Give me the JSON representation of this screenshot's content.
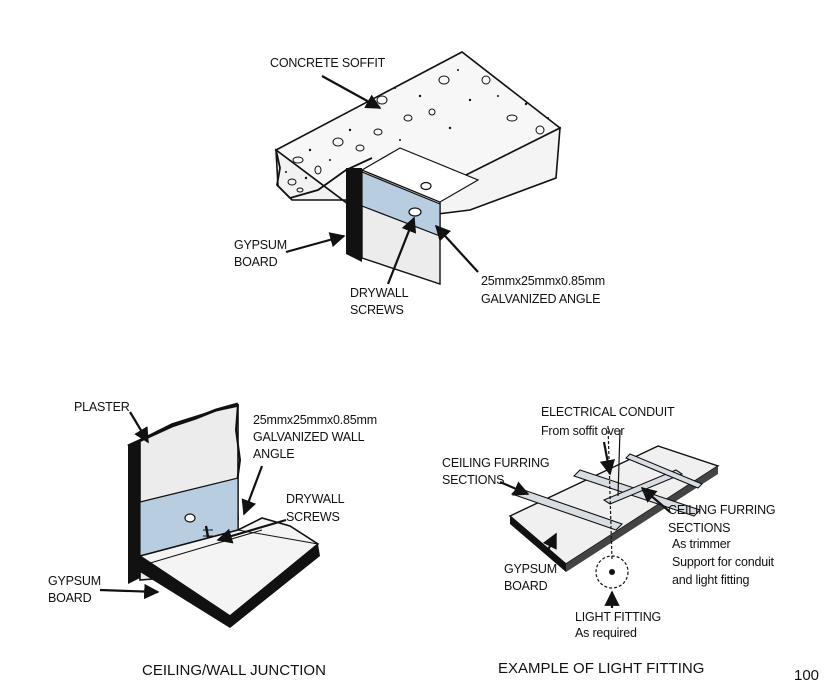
{
  "top_diagram": {
    "concrete_soffit": "CONCRETE SOFFIT",
    "gypsum_board_1": "GYPSUM",
    "gypsum_board_2": "BOARD",
    "drywall_screws_1": "DRYWALL",
    "drywall_screws_2": "SCREWS",
    "angle_1": "25mmx25mmx0.85mm",
    "angle_2": "GALVANIZED ANGLE"
  },
  "wall_junction": {
    "plaster": "PLASTER",
    "angle_1": "25mmx25mmx0.85mm",
    "angle_2": "GALVANIZED WALL",
    "angle_3": "ANGLE",
    "drywall_screws_1": "DRYWALL",
    "drywall_screws_2": "SCREWS",
    "gypsum_board_1": "GYPSUM",
    "gypsum_board_2": "BOARD",
    "caption": "CEILING/WALL JUNCTION"
  },
  "light_fitting": {
    "conduit_1": "ELECTRICAL CONDUIT",
    "conduit_2": "From soffit over",
    "furring_left_1": "CEILING FURRING",
    "furring_left_2": "SECTIONS",
    "furring_right_1": "CEILING FURRING",
    "furring_right_2": "SECTIONS",
    "furring_right_3": "As trimmer",
    "furring_right_4": "Support for conduit",
    "furring_right_5": "and light fitting",
    "gypsum_board_1": "GYPSUM",
    "gypsum_board_2": "BOARD",
    "light_1": "LIGHT FITTING",
    "light_2": "As required",
    "caption": "EXAMPLE OF LIGHT FITTING"
  },
  "page_number": "100",
  "colors": {
    "ink": "#111111",
    "angle_blue": "#b9cde0",
    "board_grey": "#ececec",
    "concrete": "#f6f6f6"
  }
}
